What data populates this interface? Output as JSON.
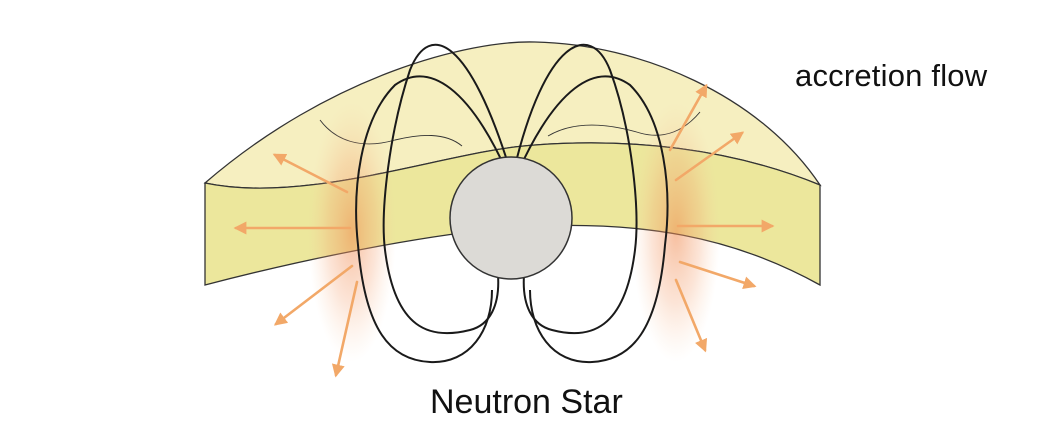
{
  "labels": {
    "accretion_flow": "accretion flow",
    "neutron_star": "Neutron Star"
  },
  "colors": {
    "background": "#ffffff",
    "flow_upper": "#f6efc0",
    "flow_band": "#ece79c",
    "flow_outline": "#333333",
    "star_fill": "#dcdad6",
    "star_outline": "#333333",
    "field_lines": "#1a1a1a",
    "outflow_arrows": "#f2a868",
    "outflow_glow": "#f08a50"
  },
  "icons": {
    "neutron_star": "circle-shape",
    "field_lines": "dipole-loop-lines",
    "outflow": "arrow-right-icon"
  }
}
